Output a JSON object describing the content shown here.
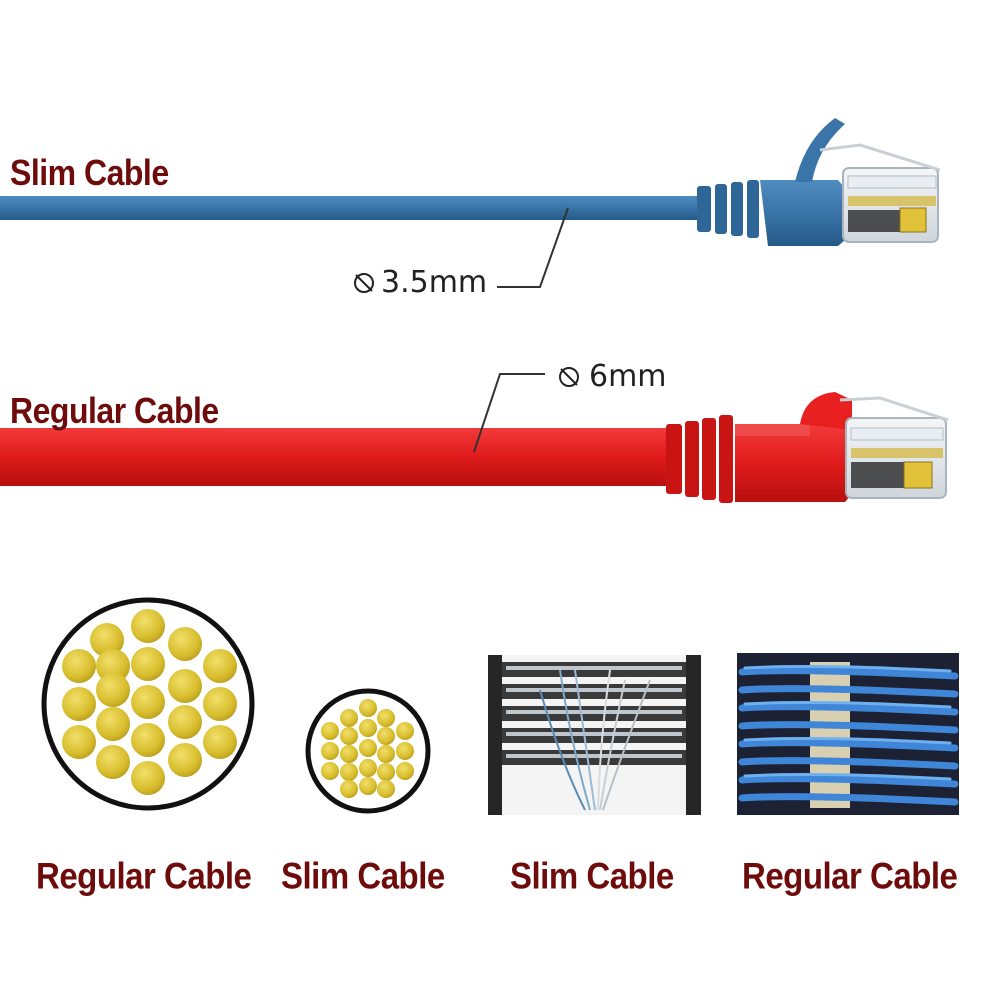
{
  "top_labels": {
    "slim": "Slim Cable",
    "regular": "Regular Cable"
  },
  "dimensions": {
    "slim": "3.5mm",
    "regular": "6mm",
    "diameter_symbol": "diameter-icon"
  },
  "bottom_labels": [
    "Regular Cable",
    "Slim Cable",
    "Slim Cable",
    "Regular Cable"
  ],
  "colors": {
    "label": "#6e0b0b",
    "slim_cable": "#3b73a6",
    "regular_cable": "#e01b1b",
    "conductor": "#e0c63a",
    "rack": "#2b2b2b"
  }
}
